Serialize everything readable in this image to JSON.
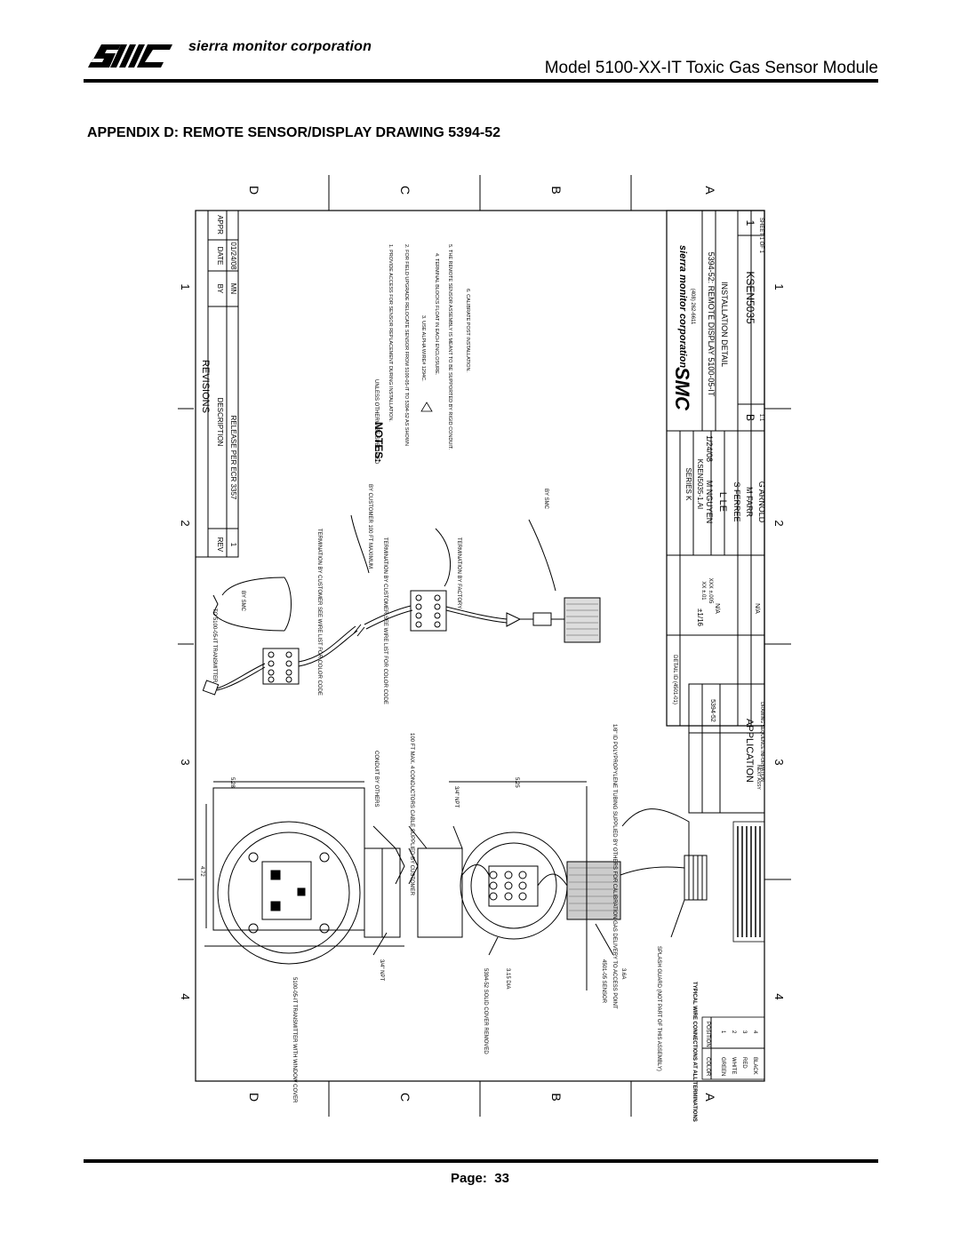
{
  "header": {
    "company": "sierra monitor corporation",
    "model_title": "Model 5100-XX-IT Toxic Gas Sensor Module"
  },
  "appendix_title": "APPENDIX D: REMOTE SENSOR/DISPLAY DRAWING 5394-52",
  "footer": {
    "page_label": "Page:",
    "page_number": "33"
  },
  "drawing": {
    "zone_letters": [
      "D",
      "C",
      "B",
      "A"
    ],
    "zone_numbers": [
      "1",
      "2",
      "3",
      "4"
    ],
    "revisions": {
      "title": "REVISIONS",
      "columns": [
        "REV",
        "DESCRIPTION",
        "BY",
        "DATE",
        "APPR"
      ],
      "rows": [
        [
          "1",
          "RELEASE PER ECR 3357",
          "MN",
          "01/24/08",
          ""
        ]
      ]
    },
    "notes": {
      "title": "NOTES:",
      "subtitle": "UNLESS OTHERWISE SPECIFIED",
      "items": [
        "1. PROVIDE ACCESS FOR SENSOR REPLACEMENT DURING INSTALLATION.",
        "2. FOR FIELD UPGRADE RELOCATE SENSOR FROM 5100-05-IT TO 5394-52 AS SHOWN",
        "3. USE ALPHA WIRE# 1294C.",
        "4. TERMINAL BLOCKS FLOAT IN EACH ENCLOSURE.",
        "5. THE REMOTE SENSOR ASSEMBLY IS MEANT TO BE SUPPORTED BY RIGID CONDUIT.",
        "6. CALIBRATE POST INSTALLATION."
      ]
    },
    "title_block": {
      "company": "sierra monitor corporation",
      "phone": "(408) 262-6611",
      "drawing_title": "5394-52: REMOTE DISPLAY 5100-05-IT",
      "drawing_subtitle": "INSTALLATION DETAIL",
      "drawing_number": "KSEN5035",
      "rev": "1",
      "size": "B",
      "scale": "1:1",
      "sheet": "SHEET 1 OF 1",
      "series": "SERIES K",
      "part": "KSEN5035-1.AI",
      "drawn": "M NGUYEN",
      "date": "1/24/08",
      "checked": "L LE",
      "approvals": [
        "S FERREE",
        "M FARR",
        "G ARNOLD"
      ],
      "tolerance_xx": "XX ±.01",
      "tolerance_xxx": "XXX ±.005",
      "angle": "±1/16",
      "finish": "N/A",
      "material": "N/A",
      "detail": "DETAIL ID (4501-01)"
    },
    "application": {
      "title": "APPLICATION",
      "next_assy": "5394-52",
      "next_label": "NEXT ASSY",
      "seq": "DRAWING SEQUENCE INFORMATION"
    },
    "labels": {
      "to_transmitter": "TO 5100-05-IT TRANSMITTER",
      "by_smc": "BY SMC",
      "by_smc2": "BY SMC",
      "by_customer": "BY CUSTOMER 100 FT MAXIMUM",
      "term_customer": "TERMINATION BY CUSTOMER SEE WIRE LIST FOR COLOR CODE",
      "term_customer2": "TERMINATION BY CUSTOMER SEE WIRE LIST FOR COLOR CODE",
      "term_factory": "TERMINATION BY FACTORY",
      "dim_528": "5.28",
      "dim_525": "5.25",
      "dim_472": "4.72",
      "dim_315": "3.15 DIA",
      "dim_36": "3.6A",
      "conduit": "CONDUIT BY OTHERS",
      "cable": "100 FT MAX. 4 CONDUCTORS CABLE SUPPLIED BY CUSTOMER",
      "npt_top": "3/4\" NPT",
      "npt_bottom": "3/4\" NPT",
      "tubing": "1/8\" ID POLYPROPYLENE TUBING SUPPLIED BY OTHERS FOR CALIBRATION GAS DELIVERY TO ACCESS POINT",
      "transmitter": "5100-05-IT TRANSMITTER WITH WINDOW COVER",
      "cover": "5394-52 SOLID COVER REMOVED",
      "sensor": "4501-05 SENSOR",
      "splash": "SPLASH GUARD (NOT PART OF THIS ASSEMBLY)",
      "wire_title": "TYPICAL WIRE CONNECTIONS AT ALL TERMINATIONS",
      "wire_cols": [
        "COLOR",
        "POSITION"
      ],
      "wire_rows": [
        [
          "GREEN",
          "1"
        ],
        [
          "WHITE",
          "2"
        ],
        [
          "RED",
          "3"
        ],
        [
          "BLACK",
          "4"
        ]
      ],
      "logo_text": "SMC"
    }
  }
}
